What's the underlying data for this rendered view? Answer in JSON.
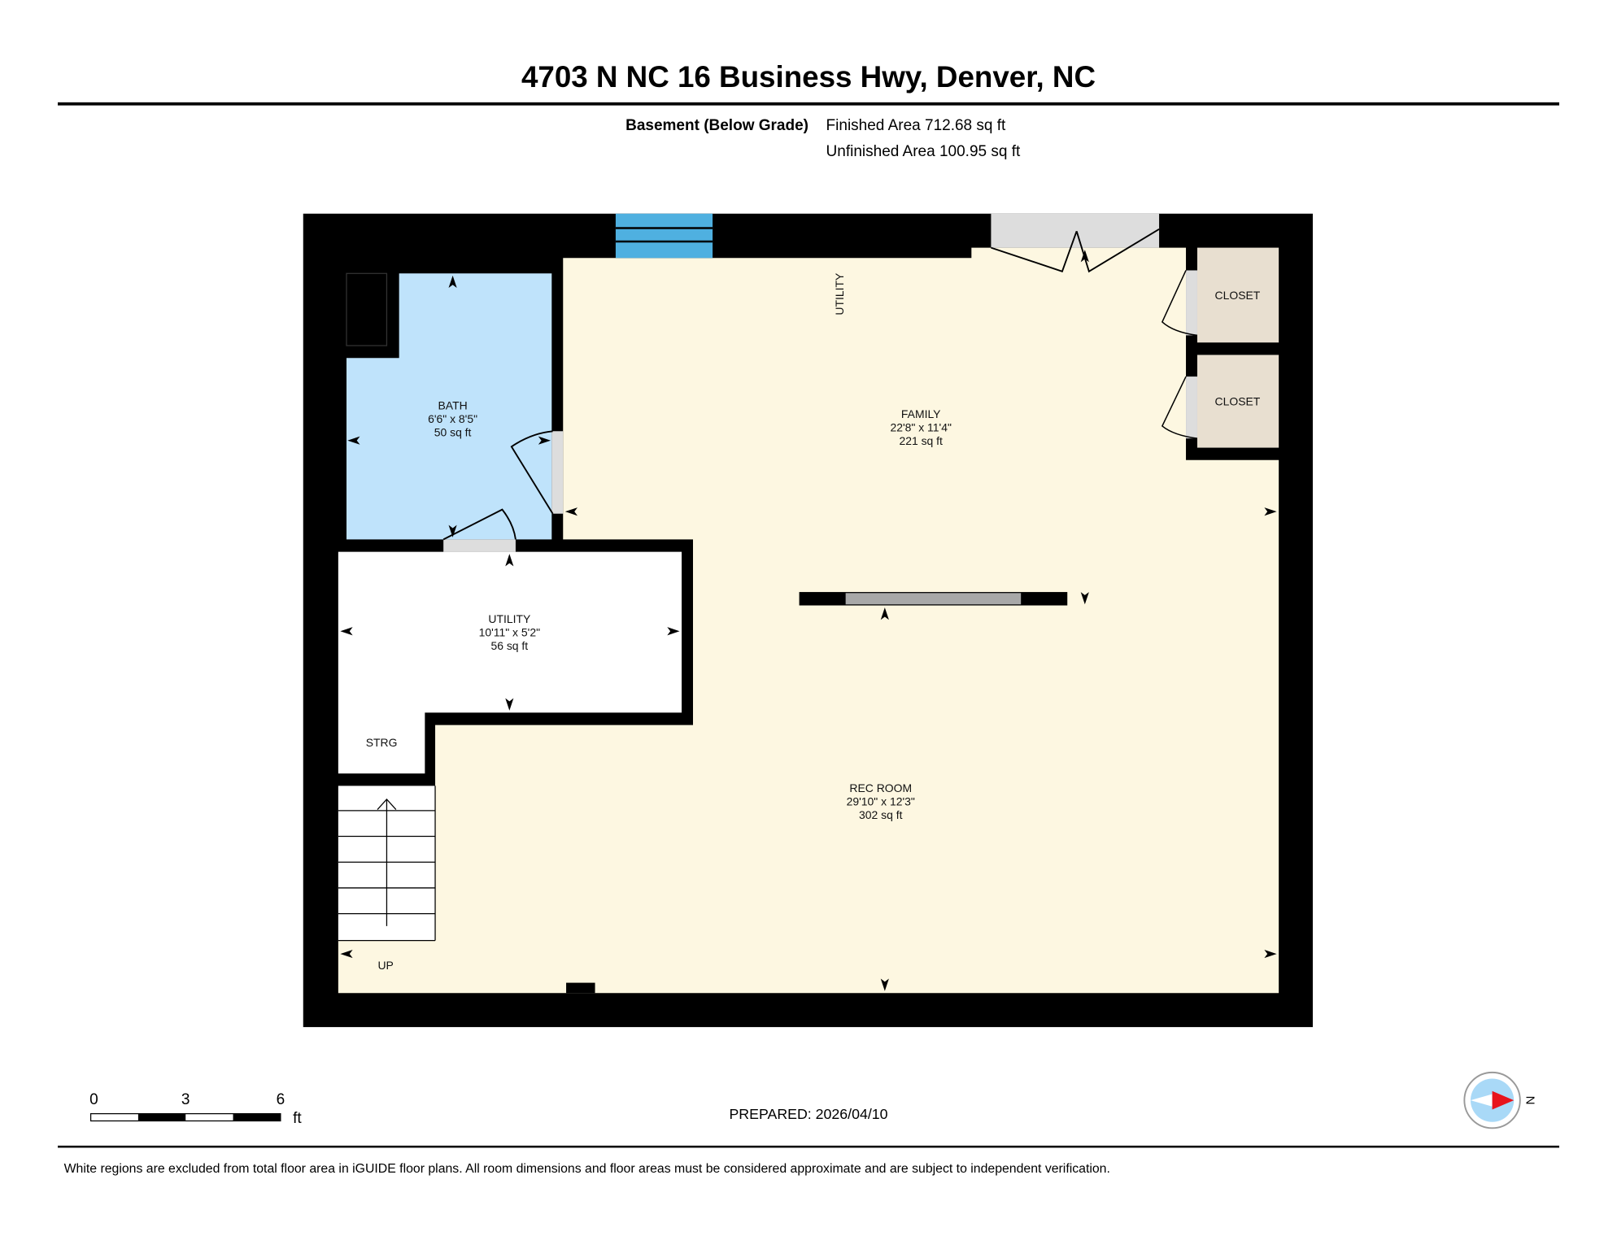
{
  "header": {
    "title": "4703 N NC 16 Business Hwy, Denver, NC",
    "level_name": "Basement (Below Grade)",
    "finished_area": "Finished Area 712.68 sq ft",
    "unfinished_area": "Unfinished Area 100.95 sq ft"
  },
  "rooms": {
    "bath": {
      "name": "BATH",
      "dims": "6'6\" x 8'5\"",
      "area": "50 sq ft"
    },
    "utility": {
      "name": "UTILITY",
      "dims": "10'11\" x 5'2\"",
      "area": "56 sq ft"
    },
    "family": {
      "name": "FAMILY",
      "dims": "22'8\" x 11'4\"",
      "area": "221 sq ft"
    },
    "rec_room": {
      "name": "REC ROOM",
      "dims": "29'10\" x 12'3\"",
      "area": "302 sq ft"
    },
    "utility_small": "UTILITY",
    "closet_1": "CLOSET",
    "closet_2": "CLOSET",
    "storage": "STRG",
    "stairs": "UP"
  },
  "colors": {
    "wall": "#000000",
    "finished": "#fdf7e1",
    "bath": "#bfe3fb",
    "closet": "#e8dfd0",
    "window": "#4fb0e0",
    "door": "#dddddd",
    "compass_arrow": "#e8141c"
  },
  "scale": {
    "ticks": [
      "0",
      "3",
      "6"
    ],
    "unit": "ft"
  },
  "prepared": "PREPARED: 2026/04/10",
  "compass": {
    "label": "N"
  },
  "footer": "White regions are excluded from total floor area in iGUIDE floor plans. All room dimensions and floor areas must be considered approximate and are subject to independent verification."
}
